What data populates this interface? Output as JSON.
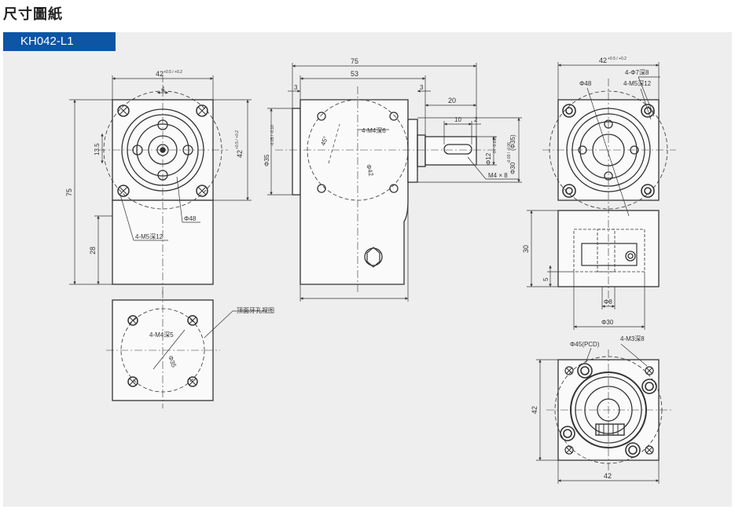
{
  "page": {
    "title": "尺寸圖紙"
  },
  "model": {
    "label": "KH042-L1"
  },
  "drawing": {
    "front": {
      "dim_top": "42",
      "dim_top_tol": "+0.5 / +0.2",
      "dim_side": "42",
      "dim_side_tol": "+0.5 / +0.2",
      "dim_4": "4",
      "dim_13_5": "13.5",
      "dim_75": "75",
      "dim_28": "28",
      "dia48": "Φ48",
      "holes": "4-M5深12"
    },
    "side": {
      "dim_75": "75",
      "dim_53": "53",
      "dim_3a": "3",
      "dim_3b": "3",
      "dim_20": "20",
      "dim_10": "10",
      "dim_2": "2",
      "angle": "45°",
      "holes": "4-M4深6",
      "dia42": "Φ42",
      "dia35": "Φ35",
      "dia35_tol": "-0.05 / -0.10",
      "dia12": "Φ12",
      "dia12_tol": "0 / -0.015",
      "dia30": "Φ30",
      "dia30_tol": "-0.03 / -0.06",
      "dia35_ref": "(Φ35)",
      "key": "M4 × 8"
    },
    "right": {
      "dim_42": "42",
      "dim_42_tol": "+0.5 / +0.2",
      "holes_a": "4-Φ7深8",
      "holes_b": "4-M5深12",
      "dia48": "Φ48",
      "dim_30": "30",
      "dim_5": "5",
      "dia8": "Φ8",
      "dia30": "Φ30"
    },
    "top_view": {
      "caption": "顶面牙孔视图",
      "holes": "4-M4深5",
      "dia35": "Φ35"
    },
    "bottom_right": {
      "pcd": "Φ45(PCD)",
      "holes": "4-M3深8",
      "dim_42_side": "42",
      "dim_42_bottom": "42"
    }
  }
}
